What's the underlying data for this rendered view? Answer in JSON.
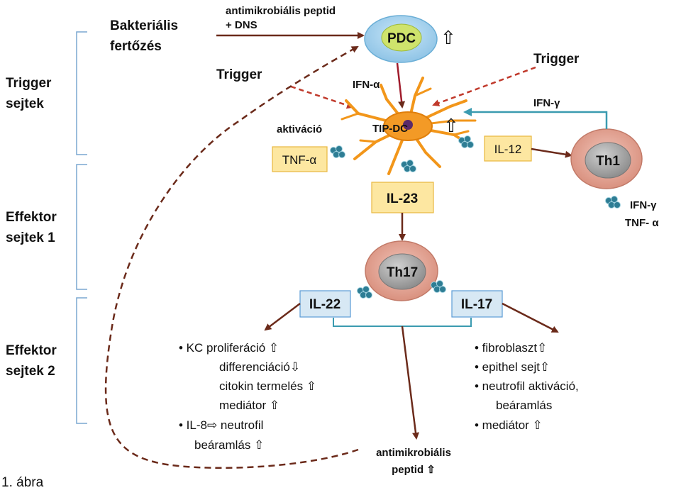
{
  "left_labels": {
    "trigger": [
      "Trigger",
      "sejtek"
    ],
    "effector1": [
      "Effektor",
      "sejtek 1"
    ],
    "effector2": [
      "Effektor",
      "sejtek 2"
    ]
  },
  "bacterial": [
    "Bakteriális",
    "fertőzés"
  ],
  "antimicrobial_dns": [
    "antimikrobiális peptid",
    "+ DNS"
  ],
  "pdc": "PDC",
  "up_arrow": "⇧",
  "trigger_left": "Trigger",
  "trigger_right": "Trigger",
  "ifn_alpha": "IFN-α",
  "ifn_gamma_top": "IFN-γ",
  "activation": "aktiváció",
  "tip_dc": "TIP-DC",
  "tnf_box": "TNF-α",
  "il12_box": "IL-12",
  "th1": "Th1",
  "th1_cytokines": [
    "IFN-γ",
    "TNF- α"
  ],
  "il23": "IL-23",
  "th17": "Th17",
  "il22": "IL-22",
  "il17": "IL-17",
  "il22_effects": [
    "• KC proliferáció ⇧",
    "differenciáció⇩",
    "citokin termelés ⇧",
    "mediátor ⇧",
    "• IL-8⇨ neutrofil",
    "beáramlás ⇧"
  ],
  "il17_effects": [
    "• fibroblaszt⇧",
    "• epithel sejt⇧",
    "• neutrofil aktiváció,",
    "beáramlás",
    "• mediátor ⇧"
  ],
  "peptide_out": [
    "antimikrobiális",
    "peptid ⇧"
  ],
  "caption": "1. ábra",
  "colors": {
    "arrow_brown": "#6b2a1a",
    "dash_red": "#c0392b",
    "teal": "#3b9bb0",
    "box_yellow": "#fde7a1",
    "box_yellow_border": "#e8b840",
    "box_blue": "#d7e8f4",
    "box_blue_border": "#5b9bd5",
    "pdc_outer": "#a9d4f0",
    "pdc_inner": "#cfe36c",
    "cell_outer": "#e1a394",
    "cell_inner": "#a7a7a7",
    "dc_orange": "#f2961a",
    "bracket_blue": "#7aa7d1"
  }
}
